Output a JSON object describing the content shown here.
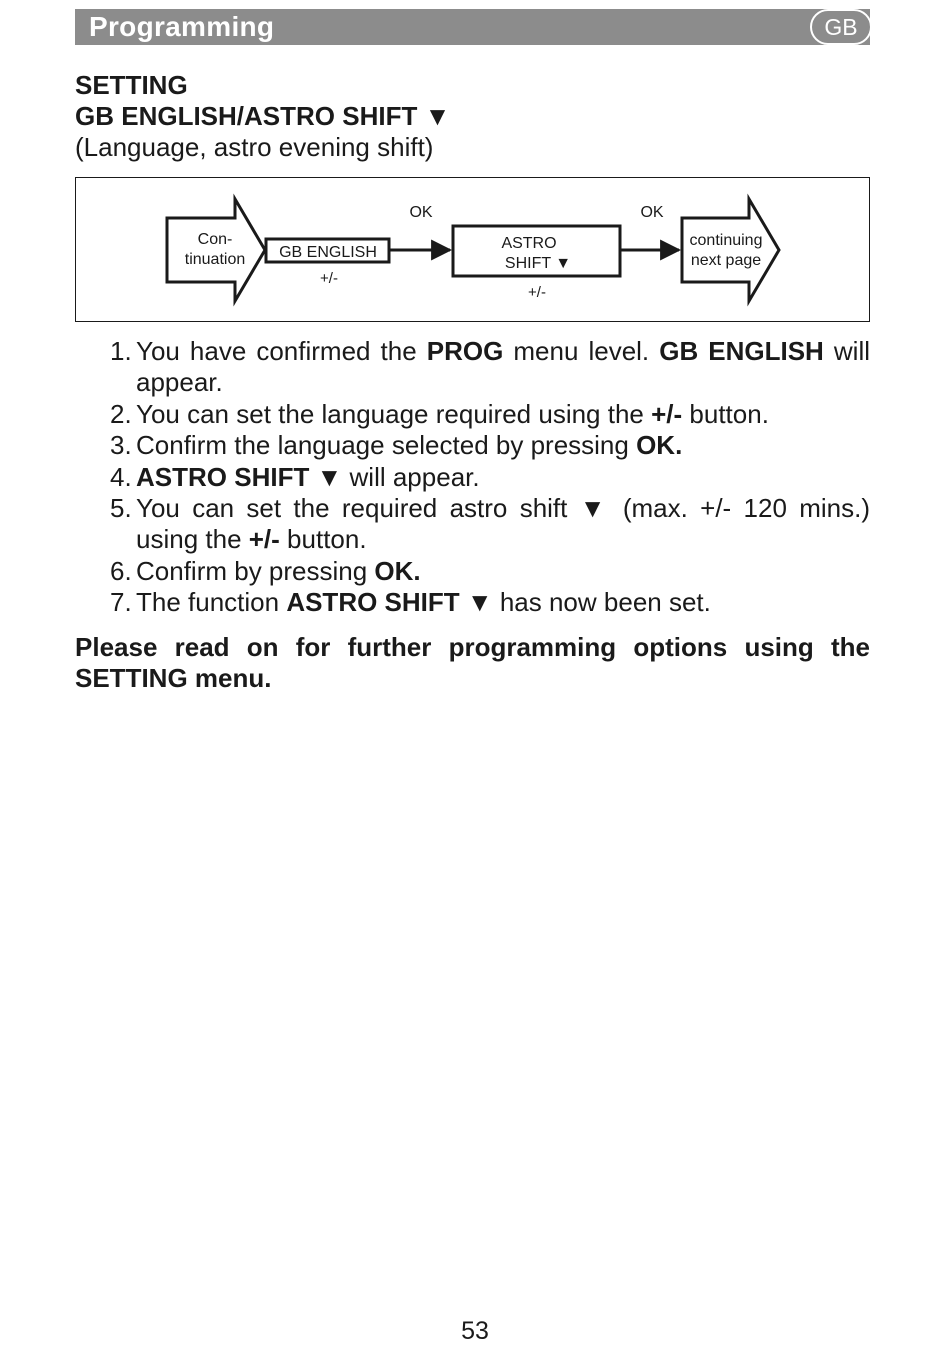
{
  "header": {
    "title": "Programming",
    "language_badge": "GB"
  },
  "section": {
    "title_line1": "SETTING",
    "title_line2": "GB ENGLISH/ASTRO SHIFT ▼",
    "subtitle": "(Language, astro evening shift)"
  },
  "diagram": {
    "start_arrow": [
      "Con-",
      "tinuation"
    ],
    "box1": "GB ENGLISH",
    "box1_adjust": "+/-",
    "confirm1": "OK",
    "box2": [
      "ASTRO",
      "SHIFT ▼"
    ],
    "box2_adjust": "+/-",
    "confirm2": "OK",
    "end_arrow": [
      "continuing",
      "next page"
    ]
  },
  "steps": [
    {
      "number": "1.",
      "parts": [
        {
          "text": "You have confirmed the "
        },
        {
          "text": "PROG",
          "bold": true
        },
        {
          "text": " menu level. "
        },
        {
          "text": "GB ENGLISH",
          "bold": true
        },
        {
          "text": " will appear."
        }
      ]
    },
    {
      "number": "2.",
      "parts": [
        {
          "text": "You can set the language required using the "
        },
        {
          "text": "+/-",
          "bold": true
        },
        {
          "text": " button."
        }
      ]
    },
    {
      "number": "3.",
      "parts": [
        {
          "text": " Confirm the language selected by pressing "
        },
        {
          "text": "OK.",
          "bold": true
        }
      ]
    },
    {
      "number": "4.",
      "parts": [
        {
          "text": " "
        },
        {
          "text": "ASTRO SHIFT ▼",
          "bold": true
        },
        {
          "text": " will appear."
        }
      ]
    },
    {
      "number": "5.",
      "parts": [
        {
          "text": "You can set the required astro shift ▼ (max. +/- 120 mins.) using the "
        },
        {
          "text": "+/-",
          "bold": true
        },
        {
          "text": " button."
        }
      ]
    },
    {
      "number": "6.",
      "parts": [
        {
          "text": " Confirm by pressing "
        },
        {
          "text": "OK.",
          "bold": true
        }
      ]
    },
    {
      "number": "7.",
      "parts": [
        {
          "text": "The function "
        },
        {
          "text": "ASTRO SHIFT ▼",
          "bold": true
        },
        {
          "text": " has now been set."
        }
      ]
    }
  ],
  "note": "Please read on for further programming options using the SETTING menu.",
  "page_number": "53"
}
